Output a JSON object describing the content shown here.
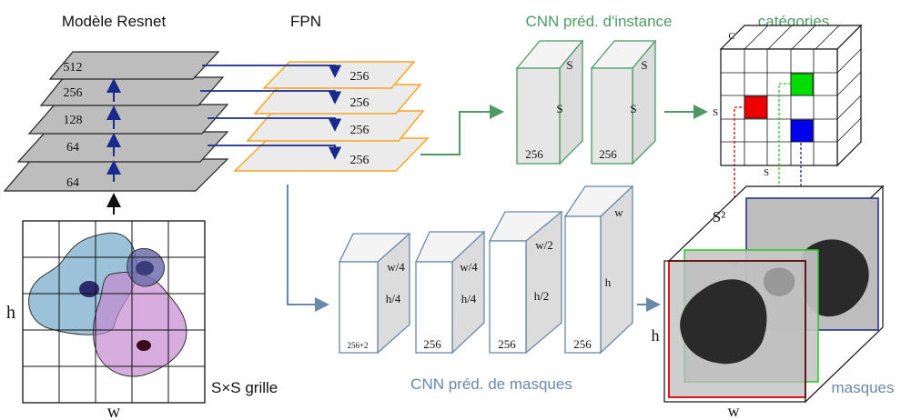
{
  "titles": {
    "resnet": "Modèle Resnet",
    "fpn": "FPN",
    "instance_cnn": "CNN préd. d'instance",
    "categories": "catégories",
    "mask_cnn": "CNN préd. de masques",
    "masks": "masques"
  },
  "resnet_layers": [
    "512",
    "256",
    "128",
    "64",
    "64"
  ],
  "fpn_layers": [
    "256",
    "256",
    "256",
    "256"
  ],
  "grid": {
    "side_label": "h",
    "bottom_label": "w",
    "grid_label": "S×S grille"
  },
  "instance_blocks": [
    {
      "depth": "256",
      "side": "S",
      "top": "S"
    },
    {
      "depth": "256",
      "side": "S",
      "top": "S"
    }
  ],
  "category_cube": {
    "c_label": "C",
    "s_left": "S",
    "s_bottom": "S",
    "colors": {
      "red": "#ee0000",
      "green": "#00dd00",
      "blue": "#0000ee"
    }
  },
  "mask_blocks": [
    {
      "depth": "256+2",
      "w": "w/4",
      "h": "h/4"
    },
    {
      "depth": "256",
      "w": "w/4",
      "h": "h/4"
    },
    {
      "depth": "256",
      "w": "w/2",
      "h": "h/2"
    },
    {
      "depth": "256",
      "w": "w",
      "h": "h"
    }
  ],
  "mask_cube": {
    "s2_label": "S²",
    "h_label": "h",
    "w_label": "w"
  },
  "colors": {
    "fpn_orange": "#f5a623",
    "arrow_navy": "#1a2a8c",
    "green_arrow": "#4e9a63",
    "steel_blue": "#6a88aa"
  }
}
